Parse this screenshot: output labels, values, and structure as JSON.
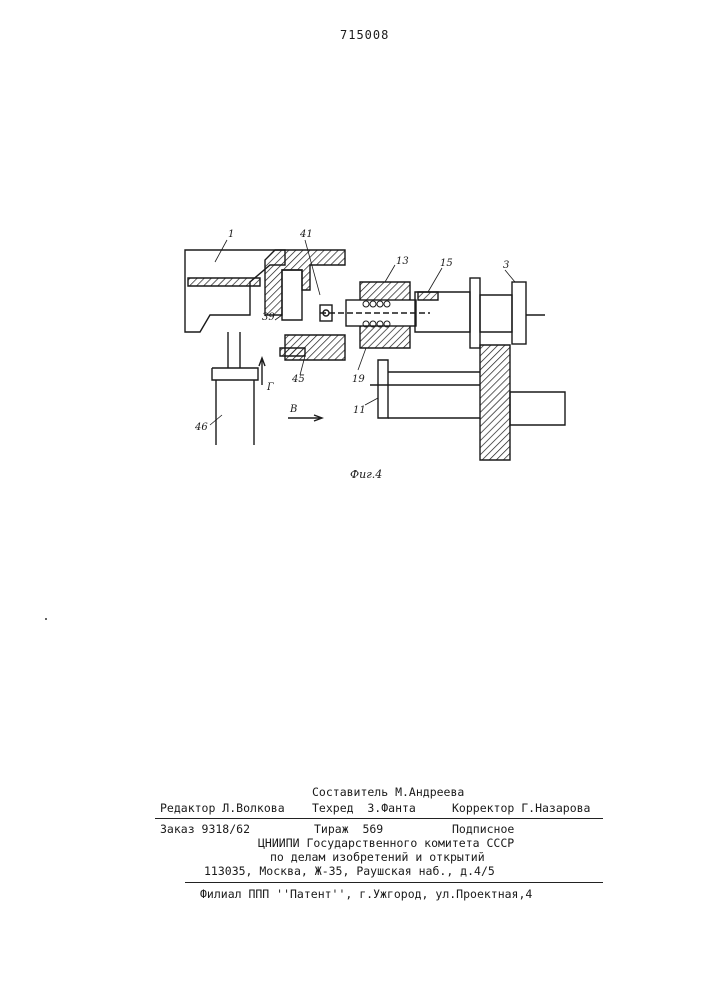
{
  "header": {
    "patent_number": "715008"
  },
  "figure": {
    "caption": "Фиг.4",
    "labels": {
      "l1": "1",
      "l41": "41",
      "l13": "13",
      "l15": "15",
      "l3": "3",
      "l39": "39",
      "l45": "45",
      "l19": "19",
      "l11": "11",
      "l46": "46",
      "lG": "Г",
      "lB": "В"
    }
  },
  "imprint": {
    "composer": "Составитель М.Андреева",
    "editor": "Редактор Л.Волкова",
    "techred": "Техред  З.Фанта",
    "corrector": "Корректор Г.Назарова",
    "order": "Заказ 9318/62",
    "circulation": "Тираж  569",
    "subscription": "Подписное",
    "org": "ЦНИИПИ Государственного комитета СССР",
    "org_line2": "по делам изобретений и открытий",
    "address": "113035, Москва, Ж-35, Раушская наб., д.4/5",
    "branch": "Филиал ППП ''Патент'', г.Ужгород, ул.Проектная,4"
  }
}
